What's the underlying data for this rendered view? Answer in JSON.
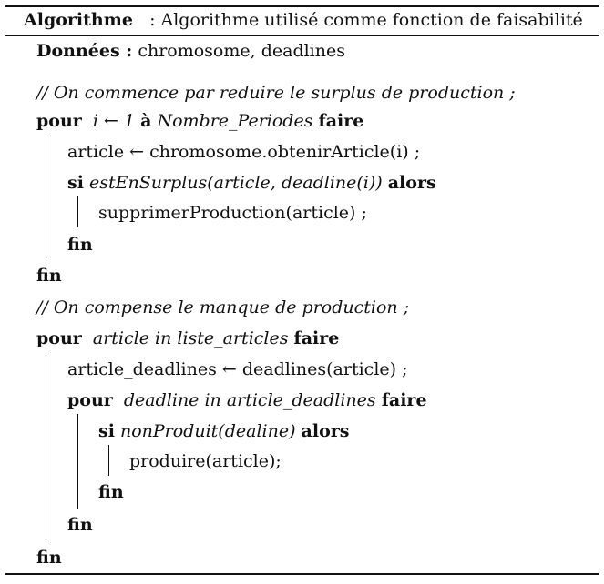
{
  "header": {
    "algo_keyword": "Algorithme",
    "caption": ": Algorithme utilisé comme fonction de faisabilité"
  },
  "inputs": {
    "keyword": "Données :",
    "text": "chromosome, deadlines"
  },
  "comment1": "// On commence par reduire le surplus de production ;",
  "loop1": {
    "kw_for": "pour",
    "var": "i ← 1",
    "kw_to": "à",
    "bound": "Nombre_Periodes",
    "kw_do": "faire",
    "assign": "article ← chromosome.obtenirArticle(i) ;",
    "if": {
      "kw_if": "si",
      "cond": "estEnSurplus(article, deadline(i))",
      "kw_then": "alors",
      "body": "supprimerProduction(article) ;",
      "kw_end": "fin"
    },
    "kw_end": "fin"
  },
  "comment2": "// On compense le manque de production ;",
  "loop2": {
    "kw_for": "pour",
    "iter": "article in liste_articles",
    "kw_do": "faire",
    "assign": "article_deadlines ← deadlines(article) ;",
    "inner": {
      "kw_for": "pour",
      "iter": "deadline in article_deadlines",
      "kw_do": "faire",
      "if": {
        "kw_if": "si",
        "cond": "nonProduit(dealine)",
        "kw_then": "alors",
        "body": "produire(article);",
        "kw_end": "fin"
      },
      "kw_end": "fin"
    },
    "kw_end": "fin"
  }
}
